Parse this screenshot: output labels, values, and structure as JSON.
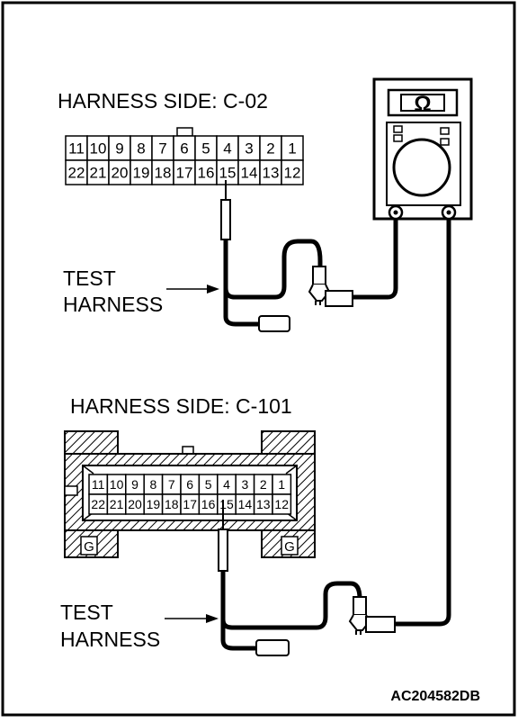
{
  "connector1": {
    "label": "HARNESS SIDE: C-02",
    "top_row": [
      "11",
      "10",
      "9",
      "8",
      "7",
      "6",
      "5",
      "4",
      "3",
      "2",
      "1"
    ],
    "bottom_row": [
      "22",
      "21",
      "20",
      "19",
      "18",
      "17",
      "16",
      "15",
      "14",
      "13",
      "12"
    ]
  },
  "connector2": {
    "label": "HARNESS SIDE: C-101",
    "top_row": [
      "11",
      "10",
      "9",
      "8",
      "7",
      "6",
      "5",
      "4",
      "3",
      "2",
      "1"
    ],
    "bottom_row": [
      "22",
      "21",
      "20",
      "19",
      "18",
      "17",
      "16",
      "15",
      "14",
      "13",
      "12"
    ],
    "ground_mark": "G"
  },
  "test_harness_1": {
    "line1": "TEST",
    "line2": "HARNESS"
  },
  "test_harness_2": {
    "line1": "TEST",
    "line2": "HARNESS"
  },
  "meter": {
    "symbol": "Ω"
  },
  "figure_code": "AC204582DB"
}
